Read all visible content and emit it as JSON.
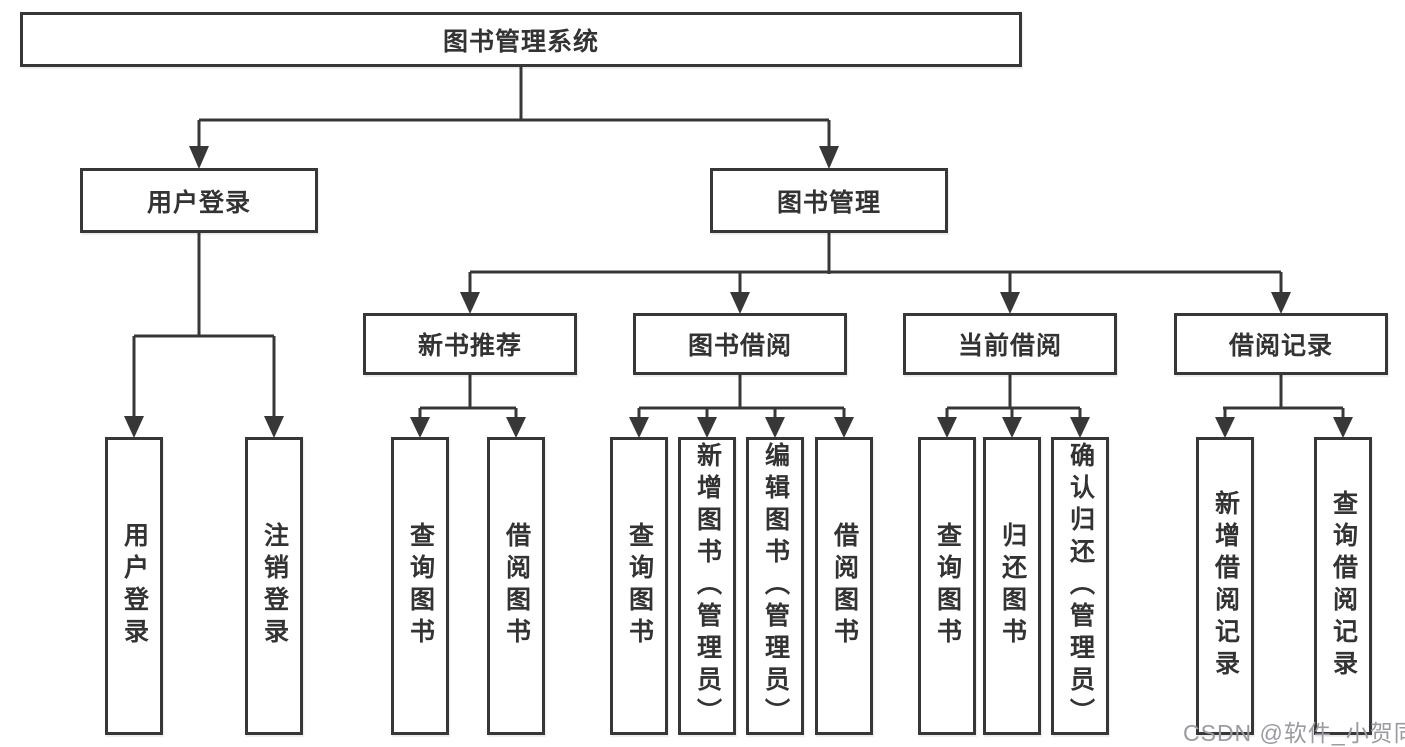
{
  "page": {
    "background": "#ffffff",
    "line_color": "#373737",
    "text_color": "#333333"
  },
  "tree": {
    "root": {
      "label": "图书管理系统"
    },
    "level2": [
      {
        "id": "user-login",
        "label": "用户登录"
      },
      {
        "id": "book-management",
        "label": "图书管理"
      }
    ],
    "level3": [
      {
        "id": "new-book-recommend",
        "parent": "图书管理",
        "label": "新书推荐"
      },
      {
        "id": "book-borrowing",
        "parent": "图书管理",
        "label": "图书借阅"
      },
      {
        "id": "current-borrowing",
        "parent": "图书管理",
        "label": "当前借阅"
      },
      {
        "id": "borrowing-records",
        "parent": "图书管理",
        "label": "借阅记录"
      }
    ],
    "leaves": [
      {
        "parent": "用户登录",
        "label": "用户登录"
      },
      {
        "parent": "用户登录",
        "label": "注销登录"
      },
      {
        "parent": "新书推荐",
        "label": "查询图书"
      },
      {
        "parent": "新书推荐",
        "label": "借阅图书"
      },
      {
        "parent": "图书借阅",
        "label": "查询图书"
      },
      {
        "parent": "图书借阅",
        "label": "新增图书（管理员）"
      },
      {
        "parent": "图书借阅",
        "label": "编辑图书（管理员）"
      },
      {
        "parent": "图书借阅",
        "label": "借阅图书"
      },
      {
        "parent": "当前借阅",
        "label": "查询图书"
      },
      {
        "parent": "当前借阅",
        "label": "归还图书"
      },
      {
        "parent": "当前借阅",
        "label": "确认归还（管理员）"
      },
      {
        "parent": "借阅记录",
        "label": "新增借阅记录"
      },
      {
        "parent": "借阅记录",
        "label": "查询借阅记录"
      }
    ]
  },
  "watermark": {
    "text": "CSDN @软件_小贺同学",
    "color": "#9a9aa2"
  }
}
